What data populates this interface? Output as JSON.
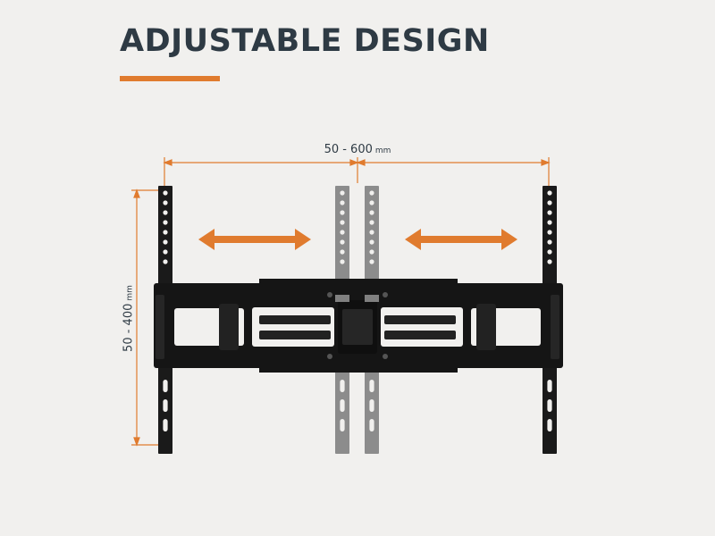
{
  "title": "ADJUSTABLE DESIGN",
  "dimensions": {
    "horizontal_value": "50 - 600",
    "horizontal_unit": "mm",
    "vertical_value": "50 - 400",
    "vertical_unit": "mm"
  },
  "colors": {
    "accent": "#e07b2e",
    "text": "#2e3a44",
    "background": "#f1f0ee",
    "mount_black": "#1a1a1a",
    "inner_rails": "#8c8c8c"
  },
  "icons": [
    "double-arrow-left-icon",
    "double-arrow-right-icon"
  ]
}
